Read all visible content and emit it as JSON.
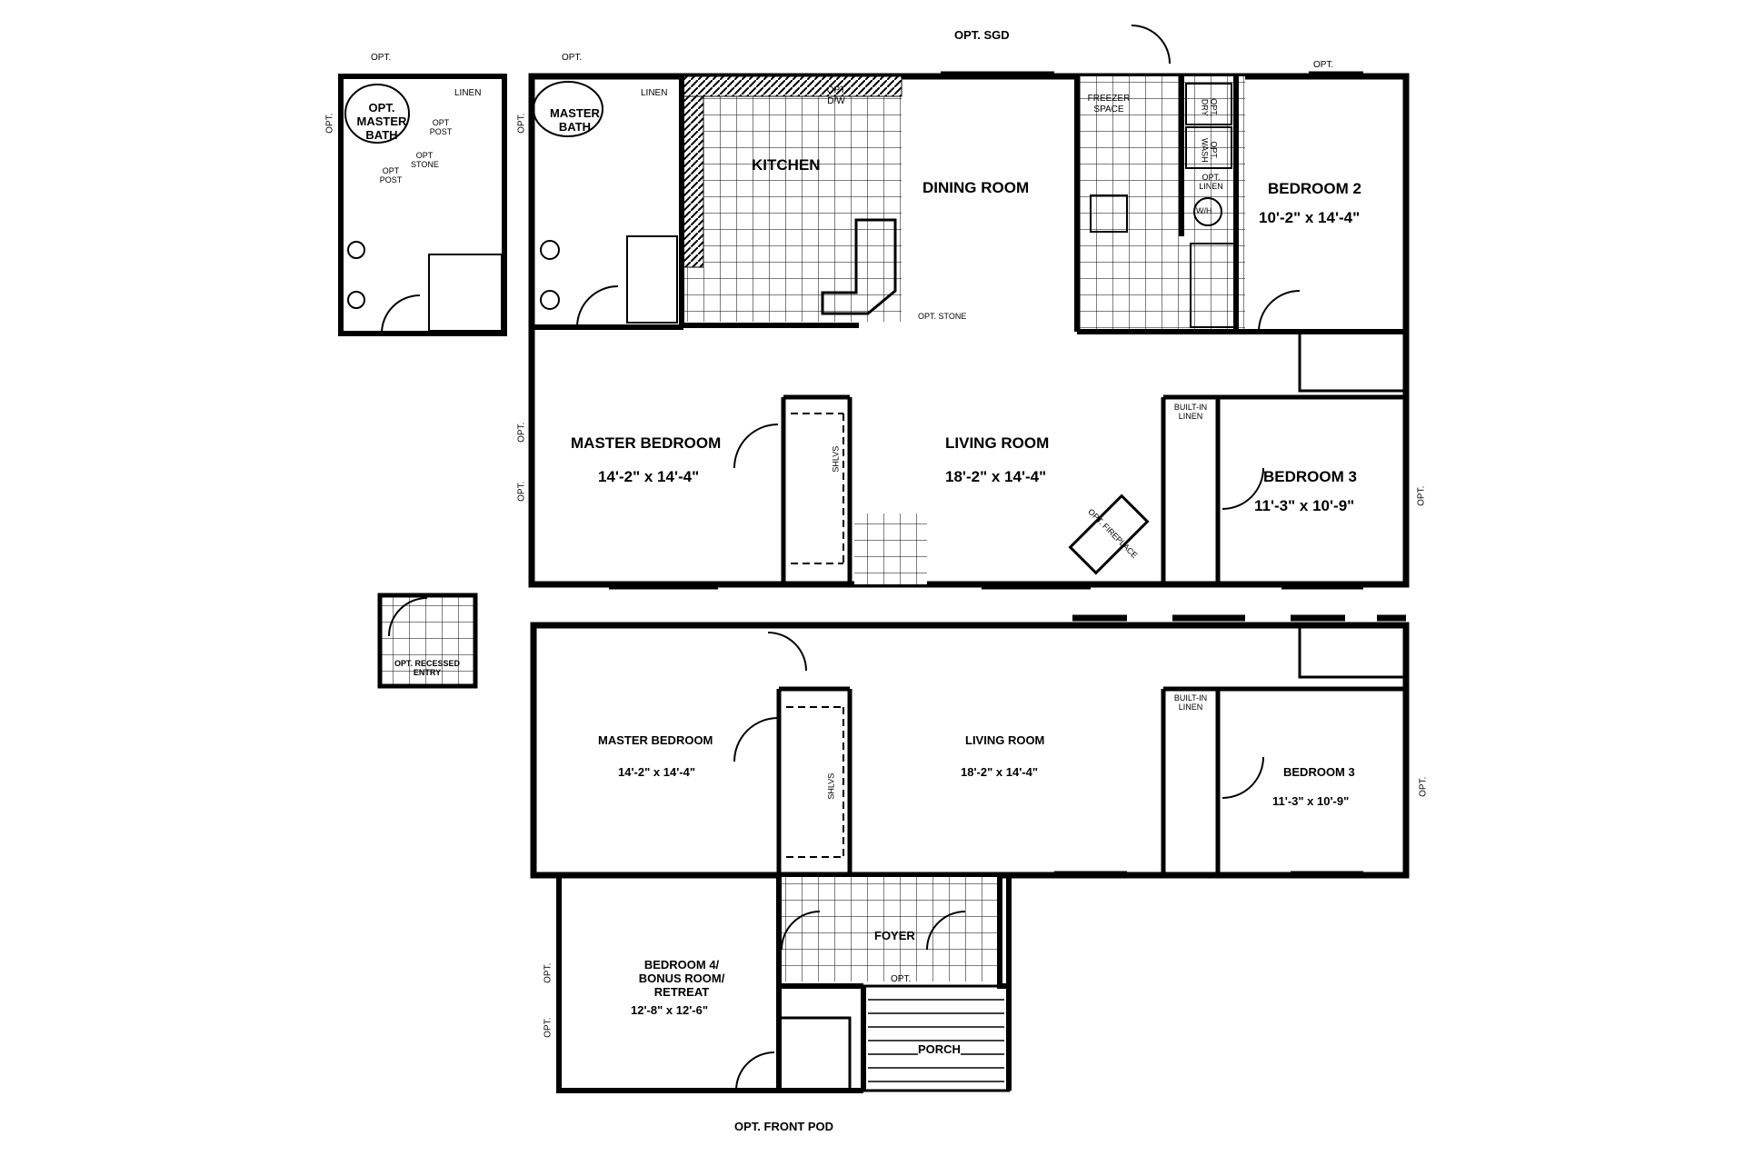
{
  "top_plan": {
    "opt_sgd": "OPT. SGD",
    "rooms": {
      "kitchen": "KITCHEN",
      "dining": "DINING ROOM",
      "bedroom2": "BEDROOM 2",
      "bedroom2_size": "10'-2\" x 14'-4\"",
      "master_bedroom": "MASTER BEDROOM",
      "master_bedroom_size": "14'-2\" x 14'-4\"",
      "living": "LIVING ROOM",
      "living_size": "18'-2\" x 14'-4\"",
      "bedroom3": "BEDROOM 3",
      "bedroom3_size": "11'-3\" x 10'-9\"",
      "master_bath": "MASTER BATH"
    },
    "fixtures": {
      "linen": "LINEN",
      "opt_dw": "OPT D/W",
      "freezer": "FREEZER SPACE",
      "opt_dry": "OPT. DRY",
      "opt_wash": "OPT. WASH",
      "opt_linen": "OPT. LINEN",
      "wh": "W/H",
      "opt_stone": "OPT. STONE",
      "shlvs": "SHLVS",
      "built_in_linen": "BUILT-IN LINEN",
      "fireplace": "OPT. FIREPLACE",
      "opt": "OPT."
    }
  },
  "bath_option": {
    "opt_master_bath": "OPT. MASTER BATH",
    "linen": "LINEN",
    "opt_post": "OPT POST",
    "opt_stone": "OPT STONE",
    "opt": "OPT."
  },
  "recessed_entry": {
    "label": "OPT. RECESSED ENTRY"
  },
  "bottom_plan": {
    "master_bedroom": "MASTER BEDROOM",
    "master_bedroom_size": "14'-2\" x 14'-4\"",
    "living": "LIVING ROOM",
    "living_size": "18'-2\" x 14'-4\"",
    "bedroom3": "BEDROOM 3",
    "bedroom3_size": "11'-3\" x 10'-9\"",
    "built_in_linen": "BUILT-IN LINEN",
    "shlvs": "SHLVS",
    "bedroom4": "BEDROOM 4/ BONUS ROOM/ RETREAT",
    "bedroom4_size": "12'-8\" x 12'-6\"",
    "foyer": "FOYER",
    "opt": "OPT.",
    "porch": "PORCH",
    "front_pod": "OPT. FRONT POD"
  }
}
